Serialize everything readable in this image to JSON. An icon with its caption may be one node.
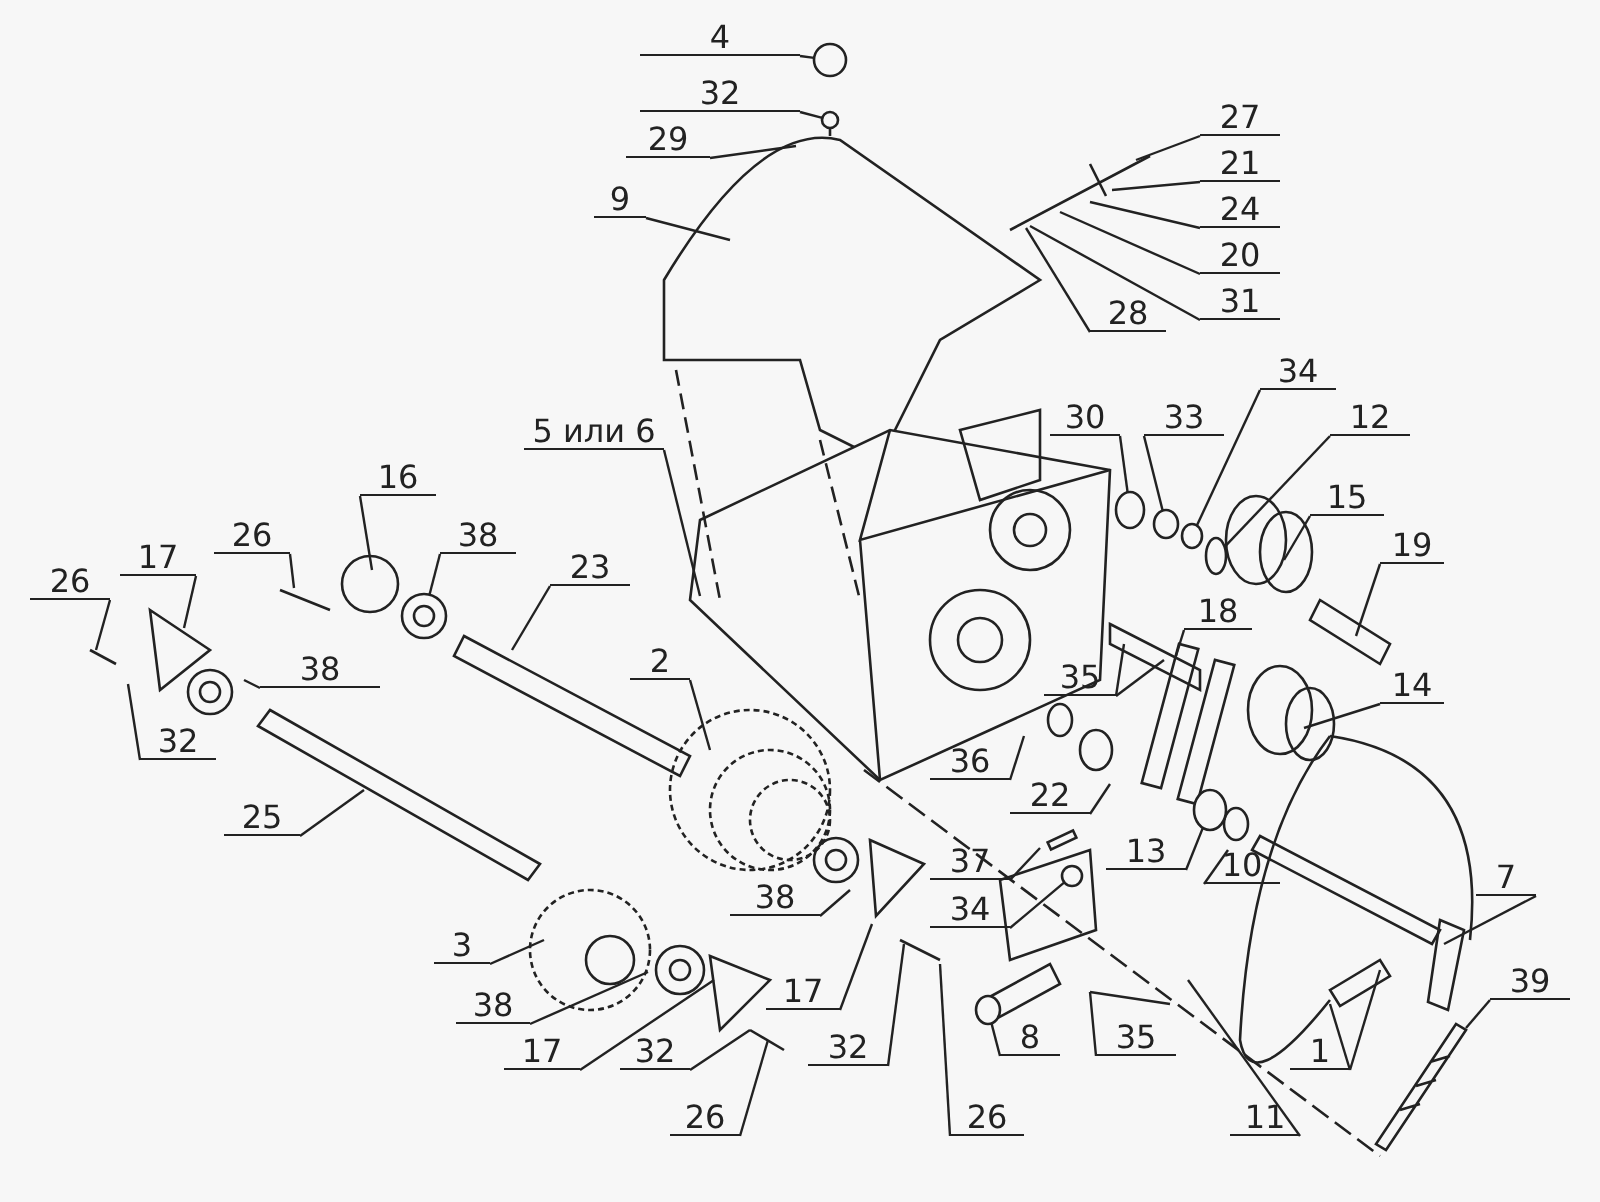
{
  "diagram": {
    "nodes": [
      {
        "text": [
          "4"
        ]
      },
      {
        "text": [
          "32"
        ]
      },
      {
        "text": [
          "29"
        ]
      },
      {
        "text": [
          "9"
        ]
      },
      {
        "text": [
          "27"
        ]
      },
      {
        "text": [
          "21"
        ]
      },
      {
        "text": [
          "24"
        ]
      },
      {
        "text": [
          "20"
        ]
      },
      {
        "text": [
          "31"
        ]
      },
      {
        "text": [
          "28"
        ]
      },
      {
        "text": [
          "5 или 6"
        ]
      },
      {
        "text": [
          "30"
        ]
      },
      {
        "text": [
          "33"
        ]
      },
      {
        "text": [
          "34"
        ]
      },
      {
        "text": [
          "12"
        ]
      },
      {
        "text": [
          "15"
        ]
      },
      {
        "text": [
          "19"
        ]
      },
      {
        "text": [
          "18"
        ]
      },
      {
        "text": [
          "35"
        ]
      },
      {
        "text": [
          "14"
        ]
      },
      {
        "text": [
          "36"
        ]
      },
      {
        "text": [
          "22"
        ]
      },
      {
        "text": [
          "13"
        ]
      },
      {
        "text": [
          "10"
        ]
      },
      {
        "text": [
          "7"
        ]
      },
      {
        "text": [
          "37"
        ]
      },
      {
        "text": [
          "34"
        ]
      },
      {
        "text": [
          "1"
        ]
      },
      {
        "text": [
          "39"
        ]
      },
      {
        "text": [
          "8"
        ]
      },
      {
        "text": [
          "35"
        ]
      },
      {
        "text": [
          "11"
        ]
      },
      {
        "text": [
          "26"
        ]
      },
      {
        "text": [
          "32"
        ]
      },
      {
        "text": [
          "17"
        ]
      },
      {
        "text": [
          "38"
        ]
      },
      {
        "text": [
          "2"
        ]
      },
      {
        "text": [
          "23"
        ]
      },
      {
        "text": [
          "16"
        ]
      },
      {
        "text": [
          "26"
        ]
      },
      {
        "text": [
          "38"
        ]
      },
      {
        "text": [
          "17"
        ]
      },
      {
        "text": [
          "26"
        ]
      },
      {
        "text": [
          "38"
        ]
      },
      {
        "text": [
          "32"
        ]
      },
      {
        "text": [
          "25"
        ]
      },
      {
        "text": [
          "3"
        ]
      },
      {
        "text": [
          "38"
        ]
      },
      {
        "text": [
          "17"
        ]
      },
      {
        "text": [
          "32"
        ]
      },
      {
        "text": [
          "26"
        ]
      },
      {
        "text": [],
        "shape": "circle"
      },
      {
        "text": [],
        "shape": "circle"
      },
      {
        "text": [],
        "shape": "circle"
      },
      {
        "text": [],
        "shape": "circle"
      },
      {
        "text": [],
        "shape": "circle"
      },
      {
        "text": [],
        "shape": "circle"
      },
      {
        "text": [],
        "shape": "circle"
      },
      {
        "text": [],
        "shape": "circle"
      },
      {
        "text": [],
        "shape": "circle"
      },
      {
        "text": [],
        "shape": "circle"
      }
    ],
    "edges": [
      {
        "from": 0,
        "to": 51,
        "arrow": "none"
      },
      {
        "from": 1,
        "to": 52,
        "arrow": "none"
      },
      {
        "from": 2,
        "to": null,
        "arrow": "none"
      },
      {
        "from": 3,
        "to": null,
        "arrow": "none"
      },
      {
        "from": 4,
        "to": null,
        "arrow": "none"
      },
      {
        "from": 5,
        "to": null,
        "arrow": "none"
      },
      {
        "from": 6,
        "to": null,
        "arrow": "none"
      },
      {
        "from": 7,
        "to": null,
        "arrow": "none"
      },
      {
        "from": 8,
        "to": null,
        "arrow": "none"
      },
      {
        "from": 9,
        "to": null,
        "arrow": "none"
      },
      {
        "from": 10,
        "to": null,
        "arrow": "none"
      },
      {
        "from": 11,
        "to": 53,
        "arrow": "none"
      },
      {
        "from": 12,
        "to": 58,
        "arrow": "none"
      },
      {
        "from": 13,
        "to": 59,
        "arrow": "none"
      },
      {
        "from": 14,
        "to": 60,
        "arrow": "none"
      },
      {
        "from": 15,
        "to": null,
        "arrow": "none"
      },
      {
        "from": 16,
        "to": null,
        "arrow": "none"
      },
      {
        "from": 17,
        "to": null,
        "arrow": "none"
      },
      {
        "from": 18,
        "to": null,
        "arrow": "none"
      },
      {
        "from": 18,
        "to": null,
        "arrow": "none"
      },
      {
        "from": 19,
        "to": null,
        "arrow": "none"
      },
      {
        "from": 20,
        "to": null,
        "arrow": "none"
      },
      {
        "from": 21,
        "to": null,
        "arrow": "none"
      },
      {
        "from": 22,
        "to": 54,
        "arrow": "none"
      },
      {
        "from": 23,
        "to": null,
        "arrow": "none"
      },
      {
        "from": 24,
        "to": null,
        "arrow": "none"
      },
      {
        "from": 25,
        "to": null,
        "arrow": "none"
      },
      {
        "from": 26,
        "to": 55,
        "arrow": "none"
      },
      {
        "from": 27,
        "to": null,
        "arrow": "none"
      },
      {
        "from": 27,
        "to": null,
        "arrow": "none"
      },
      {
        "from": 28,
        "to": null,
        "arrow": "none"
      },
      {
        "from": 29,
        "to": 56,
        "arrow": "none"
      },
      {
        "from": 30,
        "to": null,
        "arrow": "none"
      },
      {
        "from": 31,
        "to": null,
        "arrow": "none"
      },
      {
        "from": 32,
        "to": null,
        "arrow": "none"
      },
      {
        "from": 33,
        "to": null,
        "arrow": "none"
      },
      {
        "from": 34,
        "to": null,
        "arrow": "none"
      },
      {
        "from": 35,
        "to": null,
        "arrow": "none"
      },
      {
        "from": 36,
        "to": null,
        "arrow": "none"
      },
      {
        "from": 37,
        "to": null,
        "arrow": "none"
      },
      {
        "from": 38,
        "to": null,
        "arrow": "none"
      },
      {
        "from": 39,
        "to": null,
        "arrow": "none"
      },
      {
        "from": 40,
        "to": 57,
        "arrow": "none"
      },
      {
        "from": 41,
        "to": null,
        "arrow": "none"
      },
      {
        "from": 42,
        "to": null,
        "arrow": "none"
      },
      {
        "from": 43,
        "to": null,
        "arrow": "none"
      },
      {
        "from": 44,
        "to": null,
        "arrow": "none"
      },
      {
        "from": 45,
        "to": null,
        "arrow": "none"
      },
      {
        "from": 46,
        "to": null,
        "arrow": "none"
      },
      {
        "from": 47,
        "to": null,
        "arrow": "none"
      },
      {
        "from": 48,
        "to": null,
        "arrow": "none"
      },
      {
        "from": 49,
        "to": null,
        "arrow": "none"
      },
      {
        "from": 50,
        "to": null,
        "arrow": "none"
      }
    ]
  }
}
